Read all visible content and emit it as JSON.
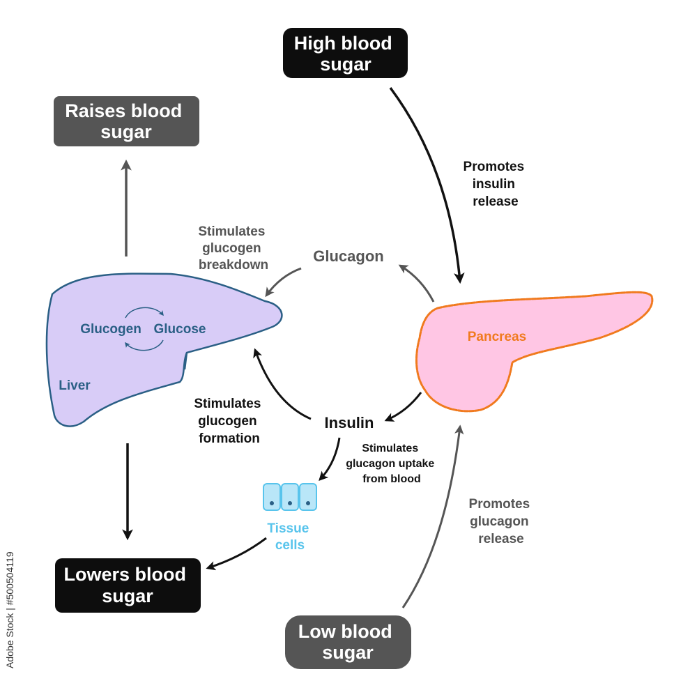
{
  "colors": {
    "black_box": "#0d0d0d",
    "gray_box": "#555555",
    "liver_fill": "#d8ccf7",
    "liver_stroke": "#2a5f85",
    "liver_text": "#2a5f85",
    "pancreas_fill": "#ffc6e4",
    "pancreas_stroke": "#f07a1e",
    "pancreas_text": "#f07a1e",
    "tissue_fill": "#b9e6f8",
    "tissue_stroke": "#58c4ec",
    "tissue_text": "#58c4ec",
    "gray_text": "#555555",
    "black_text": "#111111"
  },
  "boxes": {
    "high_blood_sugar": [
      "High blood",
      "sugar"
    ],
    "raises_blood_sugar": [
      "Raises blood",
      "sugar"
    ],
    "lowers_blood_sugar": [
      "Lowers blood",
      "sugar"
    ],
    "low_blood_sugar": [
      "Low blood",
      "sugar"
    ]
  },
  "organs": {
    "liver": "Liver",
    "pancreas": "Pancreas",
    "glucogen": "Glucogen",
    "glucose": "Glucose",
    "tissue_cells": [
      "Tissue",
      "cells"
    ]
  },
  "hormones": {
    "glucagon": "Glucagon",
    "insulin": "Insulin"
  },
  "labels": {
    "promotes_insulin_release": [
      "Promotes",
      "insulin",
      "release"
    ],
    "promotes_glucagon_release": [
      "Promotes",
      "glucagon",
      "release"
    ],
    "stimulates_glucogen_breakdown": [
      "Stimulates",
      "glucogen",
      "breakdown"
    ],
    "stimulates_glucogen_formation": [
      "Stimulates",
      "glucogen",
      "formation"
    ],
    "stimulates_glucagon_uptake": [
      "Stimulates",
      "glucagon uptake",
      "from blood"
    ]
  },
  "watermark": "Adobe Stock | #500504119"
}
